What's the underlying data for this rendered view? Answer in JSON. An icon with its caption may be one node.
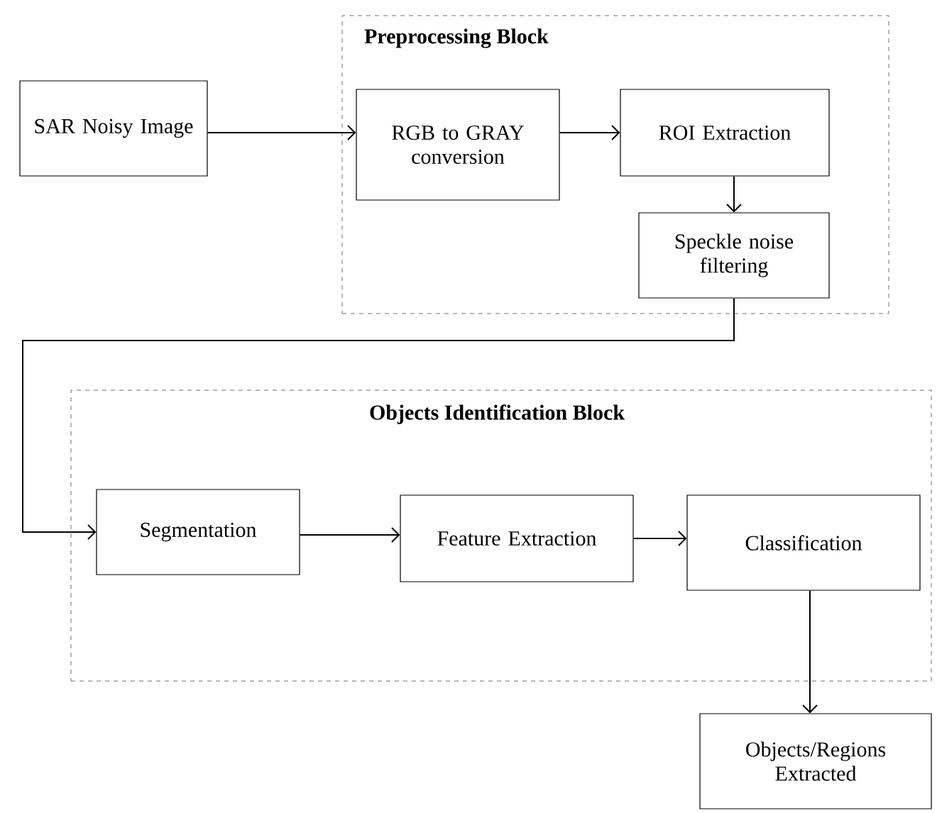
{
  "diagram": {
    "nodes": [
      {
        "text": [
          "SAR Noisy Image"
        ]
      },
      {
        "text": [
          "Preprocessing Block"
        ]
      },
      {
        "text": [
          "RGB to GRAY conversion"
        ],
        "in": 1
      },
      {
        "text": [
          "ROI Extraction"
        ],
        "in": 1
      },
      {
        "text": [
          "Speckle noise filtering"
        ],
        "in": 1
      },
      {
        "text": [
          "Objects Identification Block"
        ]
      },
      {
        "text": [
          "Segmentation"
        ],
        "in": 5
      },
      {
        "text": [
          "Feature Extraction"
        ],
        "in": 5
      },
      {
        "text": [
          "Classification"
        ],
        "in": 5
      },
      {
        "text": [
          "Objects/Regions Extracted"
        ]
      }
    ],
    "edges": [
      {
        "from": 0,
        "to": 2,
        "arrow": "to"
      },
      {
        "from": 2,
        "to": 3,
        "arrow": "to"
      },
      {
        "from": 3,
        "to": 4,
        "arrow": "to"
      },
      {
        "from": 4,
        "to": 6,
        "arrow": "to"
      },
      {
        "from": 6,
        "to": 7,
        "arrow": "to"
      },
      {
        "from": 7,
        "to": 8,
        "arrow": "to"
      },
      {
        "from": 8,
        "to": 9,
        "arrow": "to"
      }
    ]
  }
}
